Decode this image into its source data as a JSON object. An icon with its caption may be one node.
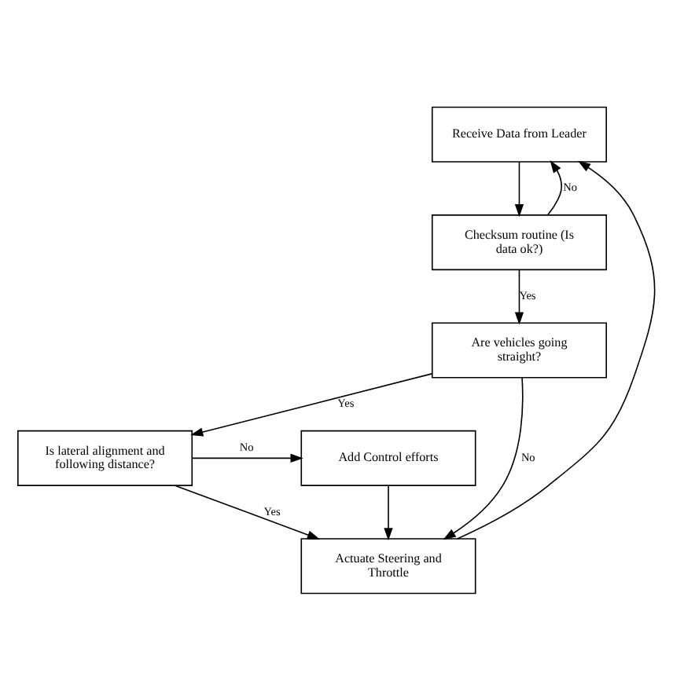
{
  "diagram": {
    "nodes": [
      {
        "text": [
          "Receive Data from Leader"
        ]
      },
      {
        "text": [
          "Checksum routine (Is data ok?)"
        ]
      },
      {
        "text": [
          "Are vehicles going straight?"
        ]
      },
      {
        "text": [
          "Is lateral alignment and following distance?"
        ]
      },
      {
        "text": [
          "Add Control efforts"
        ]
      },
      {
        "text": [
          "Actuate Steering and Throttle"
        ]
      }
    ],
    "edges": [
      {
        "from": 0,
        "to": 1,
        "arrow": "to"
      },
      {
        "from": 1,
        "to": 0,
        "arrow": "to",
        "label": "No"
      },
      {
        "from": 1,
        "to": 2,
        "arrow": "to",
        "label": "Yes"
      },
      {
        "from": 2,
        "to": 5,
        "arrow": "to",
        "label": "No"
      },
      {
        "from": 2,
        "to": 3,
        "arrow": "to",
        "label": "Yes"
      },
      {
        "from": 3,
        "to": 4,
        "arrow": "to",
        "label": "No"
      },
      {
        "from": 3,
        "to": 5,
        "arrow": "to",
        "label": "Yes"
      },
      {
        "from": 4,
        "to": 5,
        "arrow": "to"
      },
      {
        "from": 5,
        "to": 0,
        "arrow": "to"
      }
    ]
  }
}
